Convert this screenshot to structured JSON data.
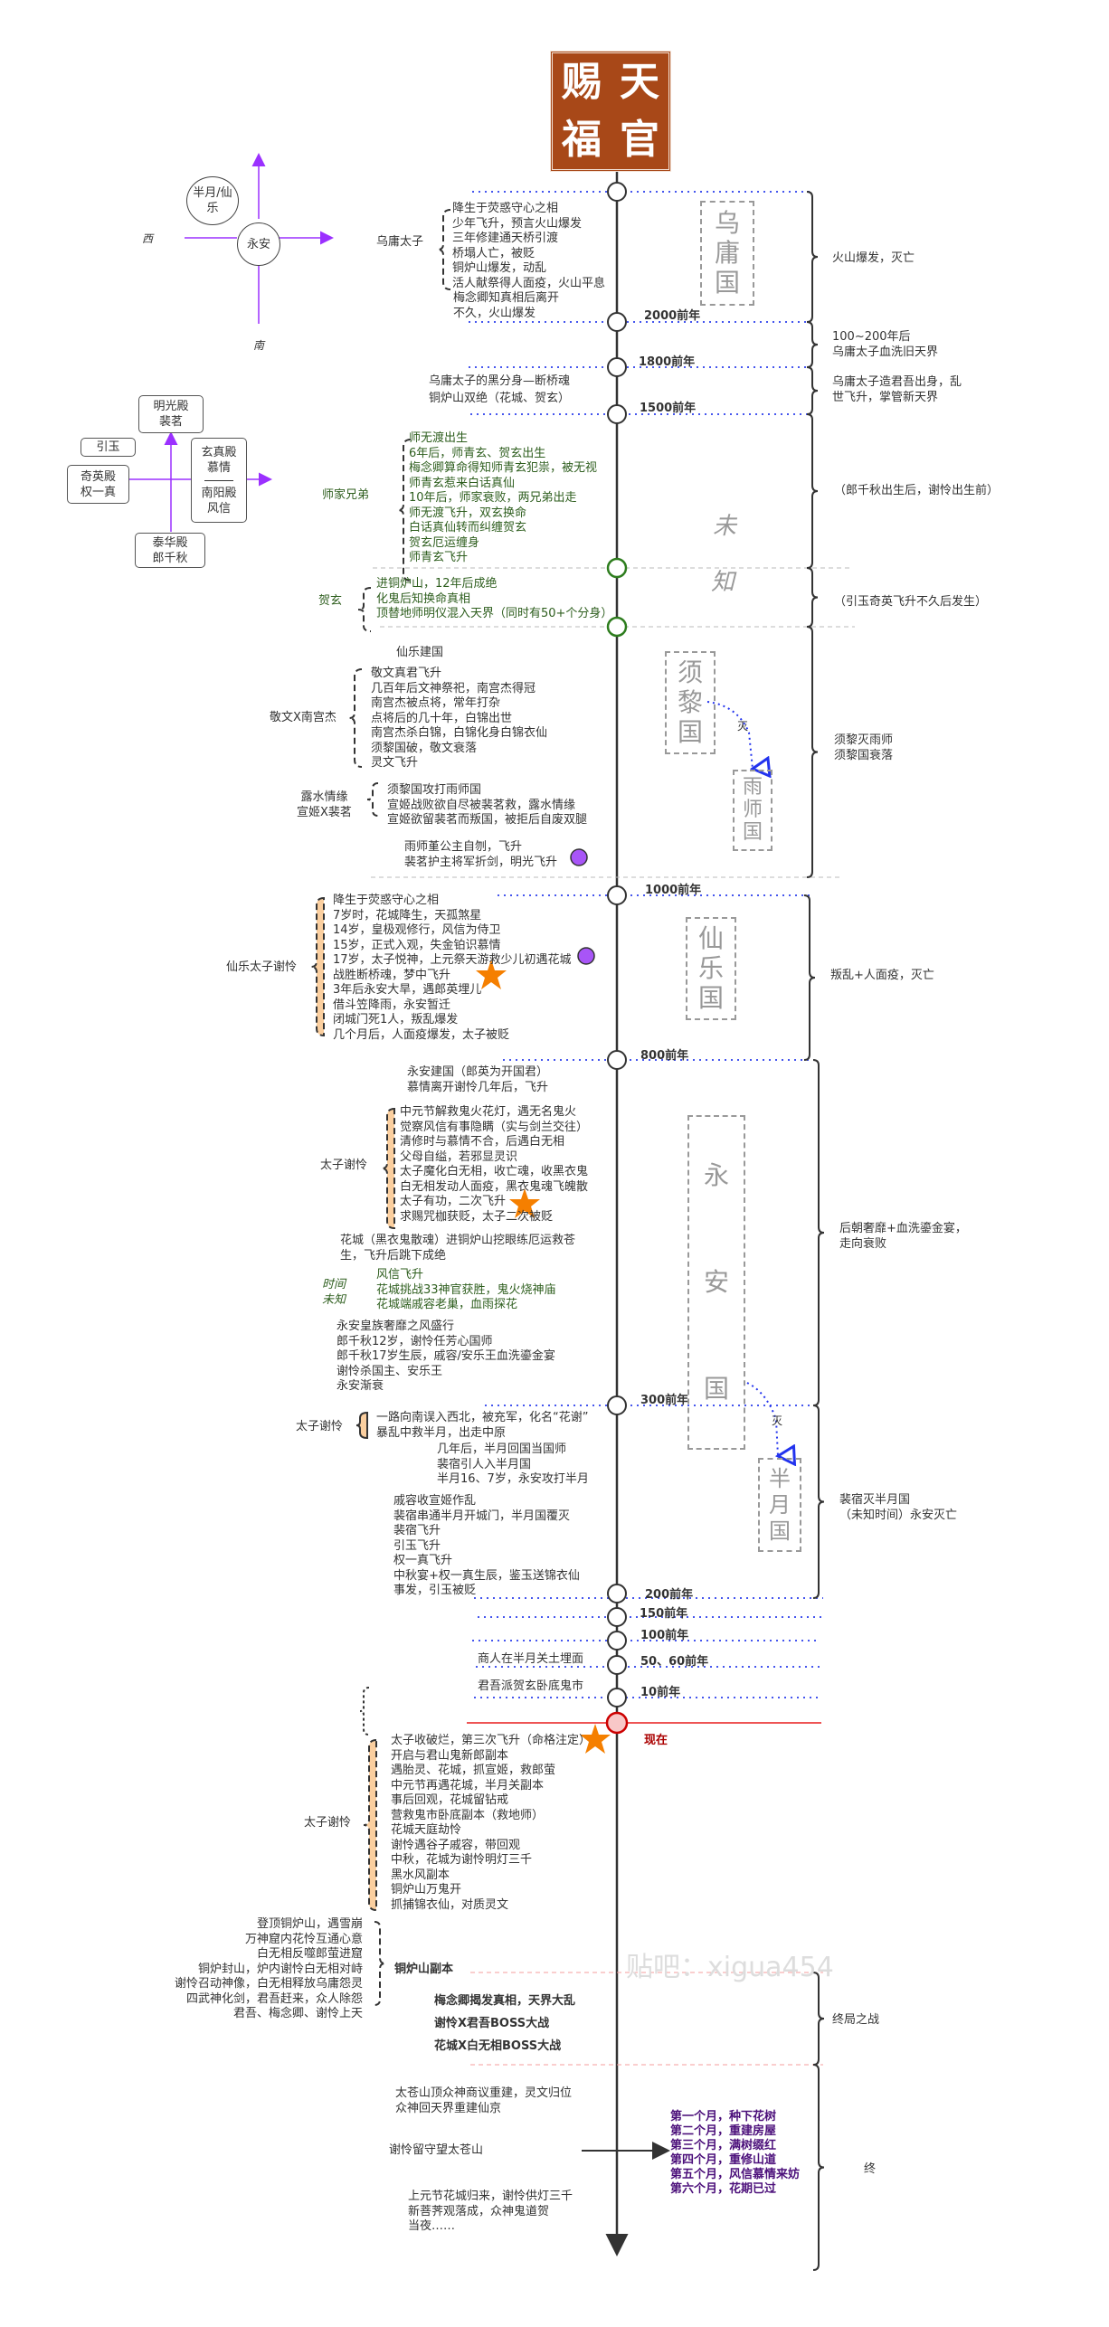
{
  "title": {
    "logo_chars": [
      "天",
      "官",
      "赐",
      "福"
    ]
  },
  "compass": {
    "center": "永安",
    "northwest_node": "半月/仙乐",
    "west_label": "西",
    "south_label": "南",
    "east_label_partial": "乌"
  },
  "palaces": {
    "north": "明光殿\n裴茗",
    "yinyu": "引玉",
    "west": "奇英殿\n权一真",
    "east_top": "玄真殿\n慕情",
    "east_bottom": "南阳殿\n风信",
    "south": "泰华殿\n郎千秋"
  },
  "timeline": {
    "year_markers": [
      "2000前年",
      "1800前年",
      "1500前年",
      "1000前年",
      "800前年",
      "300前年",
      "200前年",
      "150前年",
      "100前年",
      "50、60前年",
      "10前年"
    ],
    "now_label": "现在"
  },
  "countries": {
    "wuyong": [
      "乌",
      "庸",
      "国"
    ],
    "weizhi": [
      "未",
      "知"
    ],
    "xuli": [
      "须",
      "黎",
      "国"
    ],
    "yushi": [
      "雨",
      "师",
      "国"
    ],
    "xianle": [
      "仙",
      "乐",
      "国"
    ],
    "yongan": [
      "永",
      "安",
      "国"
    ],
    "banyue": [
      "半",
      "月",
      "国"
    ],
    "destroy_label": "灭"
  },
  "events": {
    "wuyong_prince": {
      "label": "乌庸太子",
      "items": [
        "降生于荧惑守心之相",
        "少年飞升，预言火山爆发",
        "三年修建通天桥引渡",
        "桥塌人亡，被贬",
        "铜炉山爆发，动乱",
        "活人献祭得人面疫，火山平息"
      ]
    },
    "meinianqing": [
      "梅念卿知真相后离开",
      "不久，火山爆发"
    ],
    "duanqiao": [
      "乌庸太子的黑分身—断桥魂",
      "铜炉山双绝（花城、贺玄）"
    ],
    "shi_brothers": {
      "label": "师家兄弟",
      "items": [
        "师无渡出生",
        "6年后，师青玄、贺玄出生",
        "梅念卿算命得知师青玄犯祟，被无视",
        "师青玄惹来白话真仙",
        "10年后，师家衰败，两兄弟出走",
        "师无渡飞升，双玄换命",
        "白话真仙转而纠缠贺玄",
        "贺玄厄运缠身",
        "师青玄飞升"
      ]
    },
    "hexuan": {
      "label": "贺玄",
      "items": [
        "进铜炉山，12年后成绝",
        "化鬼后知换命真相",
        "顶替地师明仪混入天界（同时有50+个分身）"
      ]
    },
    "xianle_founding": "仙乐建国",
    "jingwen": {
      "label": "敬文X南宫杰",
      "items": [
        "敬文真君飞升",
        "几百年后文神祭祀，南宫杰得冠",
        "南宫杰被点将，常年打杂",
        "点将后的几十年，白锦出世",
        "南宫杰杀白锦，白锦化身白锦衣仙",
        "须黎国破，敬文衰落",
        "灵文飞升"
      ]
    },
    "lushui": {
      "label": "露水情缘\n宣姬X裴茗",
      "items": [
        "须黎国攻打雨师国",
        "宣姬战败欲自尽被裴茗救，露水情缘",
        "宣姬欲留裴茗而叛国，被拒后自废双腿"
      ]
    },
    "yushi_fall": [
      "雨师堇公主自刎，飞升",
      "裴茗护主将军折剑，明光飞升"
    ],
    "xieling_1": {
      "label": "仙乐太子谢怜",
      "items": [
        "降生于荧惑守心之相",
        "7岁时，花城降生，天孤煞星",
        "14岁，皇极观修行，风信为侍卫",
        "15岁，正式入观，失金铂识慕情",
        "17岁，太子悦神，上元祭天游救少儿初遇花城",
        "战胜断桥魂，梦中飞升",
        "3年后永安大旱，遇郎英埋儿",
        "借斗笠降雨，永安暂迁",
        "闭城门死1人，叛乱爆发",
        "几个月后，人面疫爆发，太子被贬"
      ]
    },
    "yongan_founding": [
      "永安建国（郎英为开国君）",
      "慕情离开谢怜几年后，飞升"
    ],
    "xieling_2": {
      "label": "太子谢怜",
      "items": [
        "中元节解救鬼火花灯，遇无名鬼火",
        "觉察风信有事隐瞒（实与剑兰交往）",
        "清修时与慕情不合，后遇白无相",
        "父母自缢，若邪显灵识",
        "太子魔化白无相，收亡魂，收黑衣鬼",
        "白无相发动人面疫，黑衣鬼魂飞魄散",
        "太子有功，二次飞升",
        "求赐咒枷获贬，太子二次被贬"
      ]
    },
    "huacheng_jue": [
      "花城（黑衣鬼散魂）进铜炉山挖眼练厄运救苍",
      "生，飞升后跳下成绝"
    ],
    "unknown_time": {
      "label": "时间\n未知",
      "items": [
        "风信飞升",
        "花城挑战33神官获胜，鬼火烧神庙",
        "花城端戚容老巢，血雨探花"
      ]
    },
    "yongan_decline": [
      "永安皇族奢靡之风盛行",
      "郎千秋12岁，谢怜任芳心国师",
      "郎千秋17岁生辰，戚容/安乐王血洗鎏金宴",
      "谢怜杀国主、安乐王",
      "永安渐衰"
    ],
    "xieling_3": {
      "label": "太子谢怜",
      "items": [
        "一路向南误入西北，被充军，化名“花谢”",
        "暴乱中救半月，出走中原"
      ]
    },
    "banyue_story": [
      "几年后，半月回国当国师",
      "裴宿引人入半月国",
      "半月16、7岁，永安攻打半月"
    ],
    "qirong": [
      "戚容收宣姬作乱",
      "裴宿串通半月开城门，半月国覆灭",
      "裴宿飞升",
      "引玉飞升",
      "权一真飞升",
      "中秋宴+权一真生辰，鉴玉送锦衣仙",
      "事发，引玉被贬"
    ],
    "banyue_guan": "商人在半月关土埋面",
    "junwu_send": "君吾派贺玄卧底鬼市",
    "xieling_4": {
      "label": "太子谢怜",
      "items": [
        "太子收破烂，第三次飞升（命格注定）",
        "开启与君山鬼新郎副本",
        "遇胎灵、花城，抓宣姬，救郎萤",
        "中元节再遇花城，半月关副本",
        "事后回观，花城留钻戒",
        "营救鬼市卧底副本（救地师）",
        "花城天庭劫怜",
        "谢怜遇谷子戚容，带回观",
        "中秋，花城为谢怜明灯三千",
        "黑水风副本",
        "铜炉山万鬼开",
        "抓捕锦衣仙，对质灵文"
      ]
    },
    "tonglu": {
      "label": "铜炉山副本",
      "items": [
        "登顶铜炉山，遇雪崩",
        "万神窟内花怜互通心意",
        "白无相反噬郎萤进窟",
        "铜炉封山，炉内谢怜白无相对峙",
        "谢怜召动神像，白无相释放乌庸怨灵",
        "四武神化剑，君吾赶来，众人除怨",
        "君吾、梅念卿、谢怜上天"
      ]
    },
    "final_battle_items": [
      "梅念卿揭发真相，天界大乱",
      "谢怜X君吾BOSS大战",
      "花城X白无相BOSS大战"
    ],
    "rebuild": [
      "太苍山顶众神商议重建，灵文归位",
      "众神回天界重建仙京"
    ],
    "stay": "谢怜留守望太苍山",
    "months": [
      "第一个月，种下花树",
      "第二个月，重建房屋",
      "第三个月，满树缀红",
      "第四个月，重修山道",
      "第五个月，风信慕情来妨",
      "第六个月，花期已过"
    ],
    "ending": [
      "上元节花城归来，谢怜供灯三千",
      "新菩荠观落成，众神鬼道贺",
      "当夜……"
    ]
  },
  "right_summaries": {
    "wuyong": "火山爆发，灭亡",
    "r100_200": "100~200年后\n乌庸太子血洗旧天界",
    "junwu": "乌庸太子造君吾出身，乱\n世飞升，掌管新天界",
    "lang_qianqiu": "（郎千秋出生后，谢怜出生前）",
    "yinyu": "（引玉奇英飞升不久后发生）",
    "xuli": "须黎灭雨师\n须黎国衰落",
    "xianle": "叛乱+人面疫，灭亡",
    "yongan": "后朝奢靡+血洗鎏金宴，\n走向衰败",
    "banyue": "裴宿灭半月国\n（未知时间）永安灭亡",
    "final": "终局之战",
    "end": "终"
  },
  "watermark": "贴吧：xigua454",
  "colors": {
    "axis": "#333333",
    "year_line": "#4455ee",
    "now_line": "#ee5555",
    "now_node_fill": "#f8c8c8",
    "green_node": "#2e7d1e",
    "star": "#f57f00",
    "purple_dot": "#a855f7",
    "bracket_fill": "#fbcf9f",
    "compass_arrow": "#9b30ff",
    "logo_bg": "#a84818"
  }
}
